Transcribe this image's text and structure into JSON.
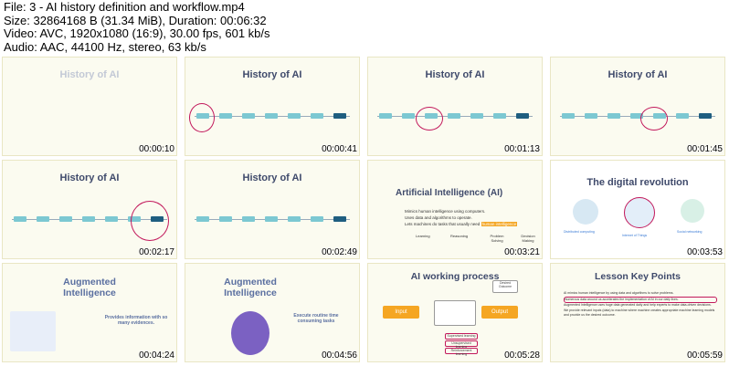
{
  "header": {
    "file": "File: 3 - AI history definition and workflow.mp4",
    "size": "Size: 32864168 B (31.34 MiB), Duration: 00:06:32",
    "video": "Video: AVC, 1920x1080 (16:9), 30.00 fps, 601 kb/s",
    "audio": "Audio: AAC, 44100 Hz, stereo, 63 kb/s"
  },
  "thumbs": [
    {
      "time": "00:00:10",
      "title": "History of AI"
    },
    {
      "time": "00:00:41",
      "title": "History of AI"
    },
    {
      "time": "00:01:13",
      "title": "History of AI"
    },
    {
      "time": "00:01:45",
      "title": "History of AI"
    },
    {
      "time": "00:02:17",
      "title": "History of AI"
    },
    {
      "time": "00:02:49",
      "title": "History of AI"
    },
    {
      "time": "00:03:21",
      "title": "Artificial Intelligence (AI)"
    },
    {
      "time": "00:03:53",
      "title": "The digital revolution"
    },
    {
      "time": "00:04:24",
      "title": "Augmented Intelligence"
    },
    {
      "time": "00:04:56",
      "title": "Augmented Intelligence"
    },
    {
      "time": "00:05:28",
      "title": "AI working process"
    },
    {
      "time": "00:05:59",
      "title": "Lesson Key Points"
    }
  ],
  "ai_slide": {
    "bullets": [
      "Mimics human intelligence using computers.",
      "Uses data and algorithms to operate.",
      "Lets machines do tasks that usually need"
    ],
    "highlight": "human intelligence",
    "branches": [
      "Learning",
      "Reasoning",
      "Problem Solving",
      "Decision Making"
    ]
  },
  "revolution": {
    "labels": [
      "Distributed computing",
      "Internet of Things",
      "Social networking"
    ]
  },
  "aug1": {
    "text": "Provides information with so many evidences."
  },
  "aug2": {
    "text": "Execute routine time consuming tasks"
  },
  "process": {
    "input": "Input",
    "output": "Output",
    "desired": "Desired Outcome",
    "learnings": [
      "Supervised learning",
      "Unsupervised learning",
      "Reinforcement learning"
    ]
  },
  "keypoints": {
    "items": [
      "AI mimics human intelligence by using data and algorithms to solve problems.",
      "Numerous data around us accelerates the implementation of AI in our daily lives.",
      "Augmented Intelligence uses huge data generated daily and help experts to make data-driven decisions.",
      "We provide relevant inputs (data) to machine where machine creates appropriate machine learning models and provide us the desired outcome."
    ]
  },
  "colors": {
    "accent": "#c2185b",
    "teal": "#7cc8d2",
    "navy": "#1f5e80",
    "orange": "#f4a623"
  }
}
